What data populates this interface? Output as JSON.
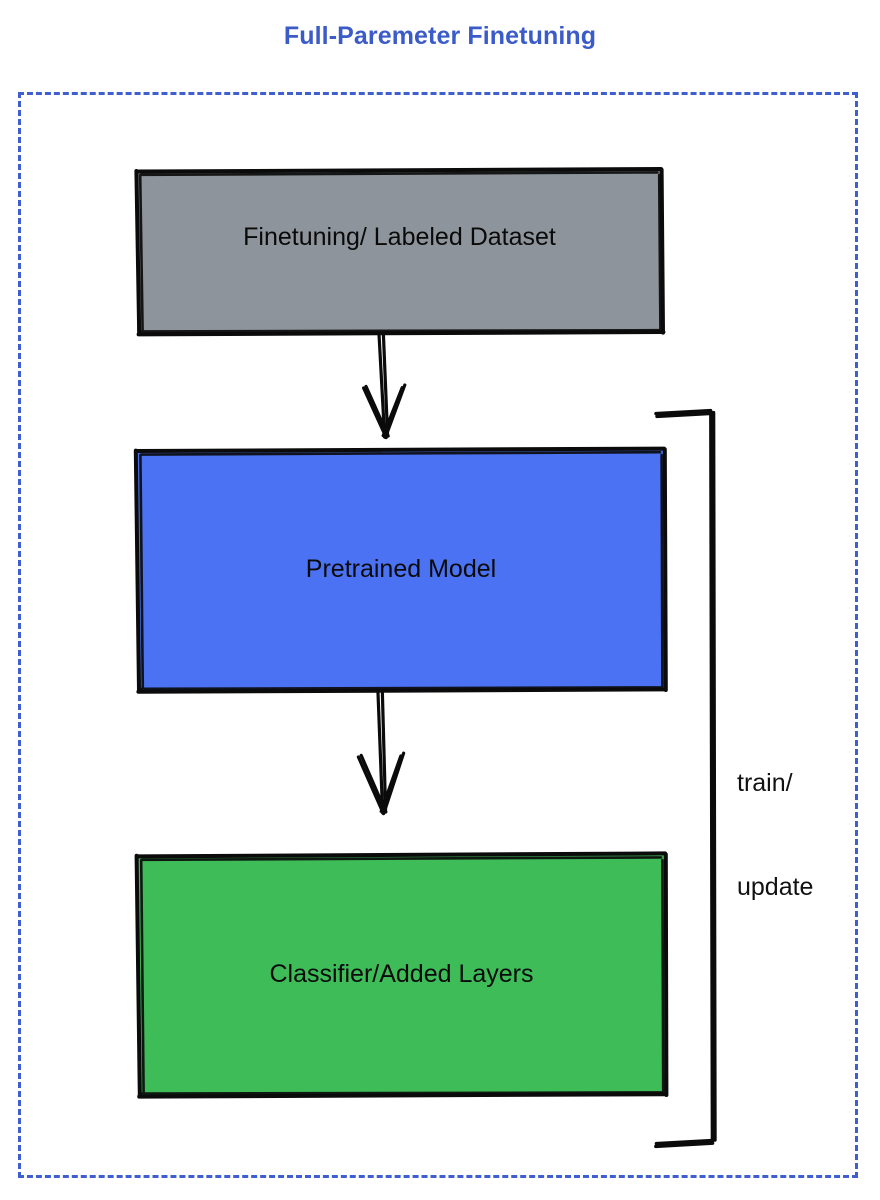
{
  "title": "Full-Paremeter Finetuning",
  "colors": {
    "title": "#3b5bc8",
    "frame_border": "#3f5fd0",
    "dataset_fill": "#8e949b",
    "pretrained_fill": "#4a72f2",
    "classifier_fill": "#3dbc58",
    "stroke": "#000000",
    "background": "#ffffff"
  },
  "frame": {
    "name": "dashed-boundary",
    "style": "dashed"
  },
  "nodes": [
    {
      "id": "dataset",
      "label": "Finetuning/ Labeled Dataset",
      "fill": "#8e949b",
      "shape": "rectangle"
    },
    {
      "id": "pretrained",
      "label": "Pretrained Model",
      "fill": "#4a72f2",
      "shape": "rectangle"
    },
    {
      "id": "classifier",
      "label": "Classifier/Added Layers",
      "fill": "#3dbc58",
      "shape": "rectangle"
    }
  ],
  "edges": [
    {
      "id": "dataset-to-pretrained",
      "from": "dataset",
      "to": "pretrained",
      "label": "",
      "style": "arrow-down"
    },
    {
      "id": "pretrained-to-classifier",
      "from": "pretrained",
      "to": "classifier",
      "label": "",
      "style": "arrow-down"
    },
    {
      "id": "feedback-loop",
      "from": "classifier",
      "to": "pretrained",
      "label_line1": "train/",
      "label_line2": "update",
      "style": "bracket-loop"
    }
  ],
  "loop_label": {
    "line1": "train/",
    "line2": "update"
  }
}
